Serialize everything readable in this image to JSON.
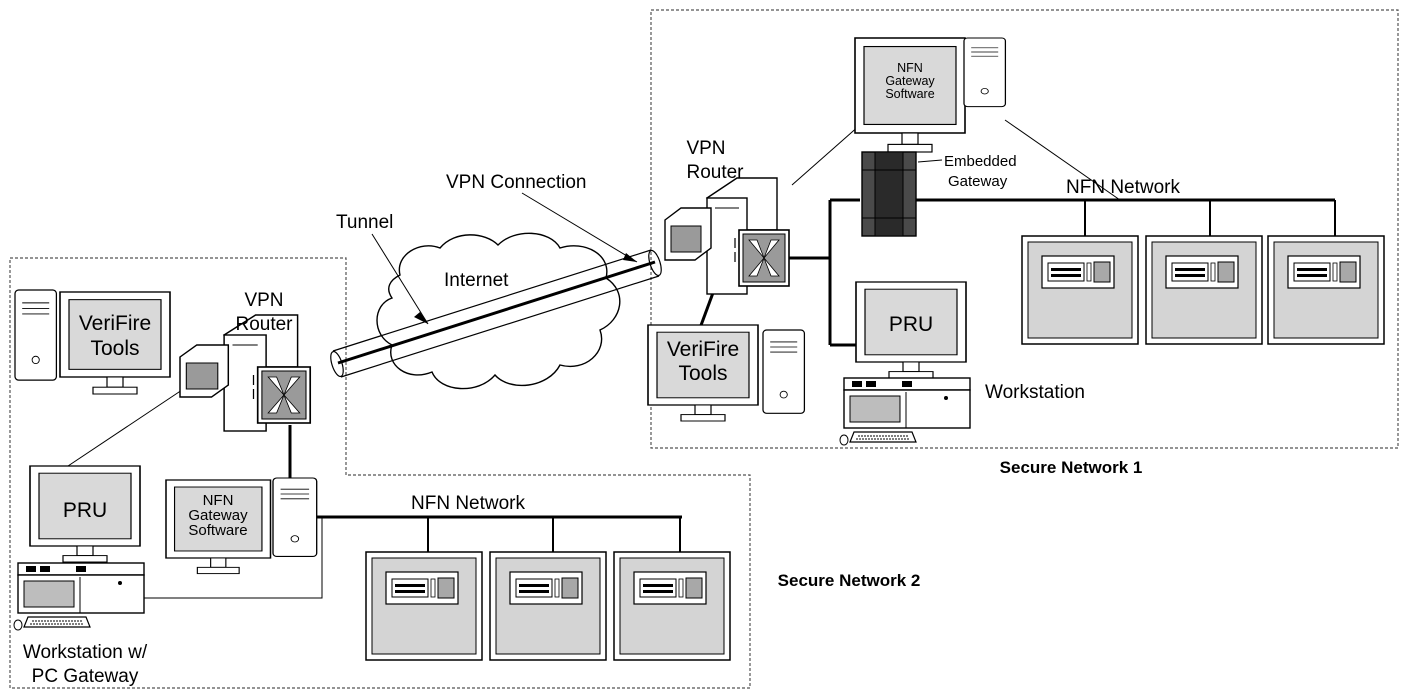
{
  "labels": {
    "vpn_connection": "VPN Connection",
    "tunnel": "Tunnel",
    "internet": "Internet",
    "router_top_line1": "VPN",
    "router_top_line2": "Router",
    "router_left_line1": "VPN",
    "router_left_line2": "Router",
    "embedded_line1": "Embedded",
    "embedded_line2": "Gateway",
    "nfn_network_1": "NFN Network",
    "nfn_network_2": "NFN Network",
    "workstation_1": "Workstation",
    "workstation_2_line1": "Workstation w/",
    "workstation_2_line2": "PC Gateway",
    "secure_network_1": "Secure Network 1",
    "secure_network_2": "Secure Network 2"
  },
  "screens": {
    "nfn_gateway_1": [
      "NFN",
      "Gateway",
      "Software"
    ],
    "verifire_1": [
      "VeriFire",
      "Tools"
    ],
    "pru_1": "PRU",
    "verifire_2": [
      "VeriFire",
      "Tools"
    ],
    "nfn_gateway_2": [
      "NFN",
      "Gateway",
      "Software"
    ],
    "pru_2": "PRU"
  }
}
